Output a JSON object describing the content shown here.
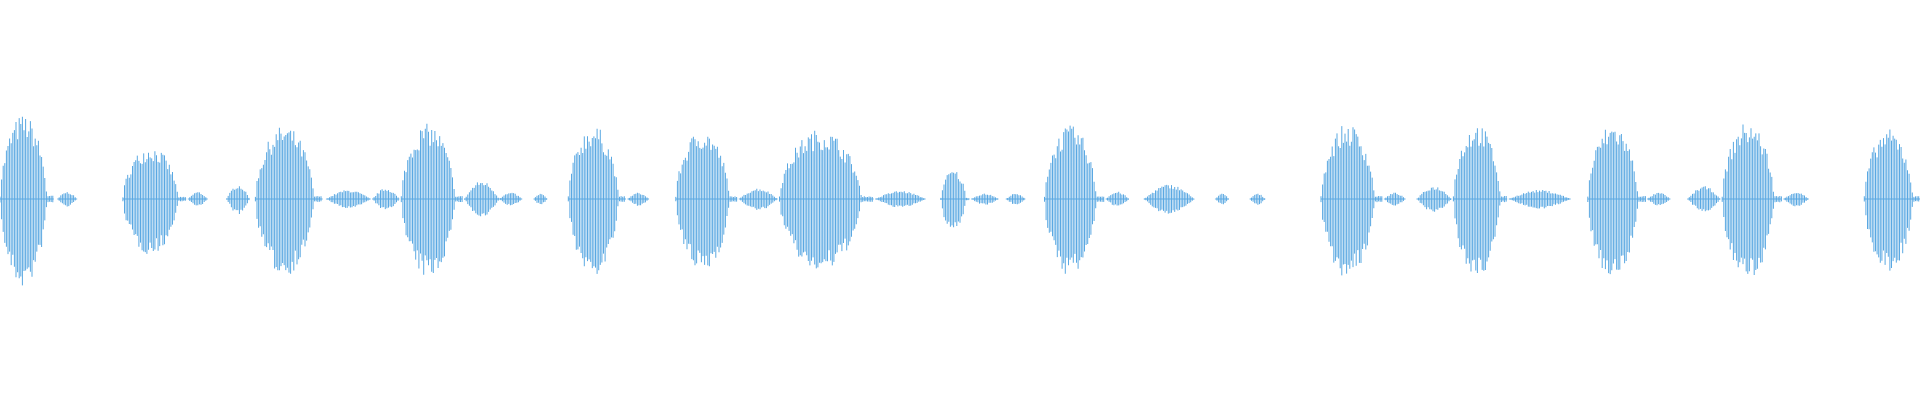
{
  "waveform": {
    "color": "#5aa8e2",
    "background": "#ffffff",
    "segments": [
      {
        "start": 0.0,
        "end": 0.028,
        "amp": 0.92,
        "kind": "burst"
      },
      {
        "start": 0.03,
        "end": 0.04,
        "amp": 0.08,
        "kind": "tail"
      },
      {
        "start": 0.064,
        "end": 0.097,
        "amp": 0.58,
        "kind": "burst"
      },
      {
        "start": 0.098,
        "end": 0.108,
        "amp": 0.08,
        "kind": "tail"
      },
      {
        "start": 0.118,
        "end": 0.13,
        "amp": 0.16,
        "kind": "tail"
      },
      {
        "start": 0.133,
        "end": 0.168,
        "amp": 0.8,
        "kind": "burst"
      },
      {
        "start": 0.17,
        "end": 0.193,
        "amp": 0.1,
        "kind": "tail"
      },
      {
        "start": 0.194,
        "end": 0.208,
        "amp": 0.12,
        "kind": "tail"
      },
      {
        "start": 0.209,
        "end": 0.241,
        "amp": 0.82,
        "kind": "burst"
      },
      {
        "start": 0.242,
        "end": 0.26,
        "amp": 0.2,
        "kind": "tail"
      },
      {
        "start": 0.26,
        "end": 0.272,
        "amp": 0.07,
        "kind": "tail"
      },
      {
        "start": 0.278,
        "end": 0.285,
        "amp": 0.06,
        "kind": "tail"
      },
      {
        "start": 0.296,
        "end": 0.326,
        "amp": 0.8,
        "kind": "burst"
      },
      {
        "start": 0.327,
        "end": 0.338,
        "amp": 0.07,
        "kind": "tail"
      },
      {
        "start": 0.352,
        "end": 0.384,
        "amp": 0.76,
        "kind": "burst"
      },
      {
        "start": 0.385,
        "end": 0.405,
        "amp": 0.12,
        "kind": "tail"
      },
      {
        "start": 0.406,
        "end": 0.455,
        "amp": 0.76,
        "kind": "burst"
      },
      {
        "start": 0.456,
        "end": 0.482,
        "amp": 0.09,
        "kind": "tail"
      },
      {
        "start": 0.49,
        "end": 0.505,
        "amp": 0.32,
        "kind": "burst"
      },
      {
        "start": 0.506,
        "end": 0.52,
        "amp": 0.06,
        "kind": "tail"
      },
      {
        "start": 0.524,
        "end": 0.534,
        "amp": 0.06,
        "kind": "tail"
      },
      {
        "start": 0.544,
        "end": 0.575,
        "amp": 0.8,
        "kind": "burst"
      },
      {
        "start": 0.576,
        "end": 0.588,
        "amp": 0.08,
        "kind": "tail"
      },
      {
        "start": 0.596,
        "end": 0.622,
        "amp": 0.16,
        "kind": "tail"
      },
      {
        "start": 0.633,
        "end": 0.64,
        "amp": 0.06,
        "kind": "tail"
      },
      {
        "start": 0.651,
        "end": 0.659,
        "amp": 0.06,
        "kind": "tail"
      },
      {
        "start": 0.688,
        "end": 0.72,
        "amp": 0.82,
        "kind": "burst"
      },
      {
        "start": 0.721,
        "end": 0.732,
        "amp": 0.07,
        "kind": "tail"
      },
      {
        "start": 0.738,
        "end": 0.756,
        "amp": 0.14,
        "kind": "tail"
      },
      {
        "start": 0.757,
        "end": 0.785,
        "amp": 0.82,
        "kind": "burst"
      },
      {
        "start": 0.786,
        "end": 0.818,
        "amp": 0.1,
        "kind": "tail"
      },
      {
        "start": 0.827,
        "end": 0.857,
        "amp": 0.82,
        "kind": "burst"
      },
      {
        "start": 0.858,
        "end": 0.87,
        "amp": 0.07,
        "kind": "tail"
      },
      {
        "start": 0.879,
        "end": 0.896,
        "amp": 0.14,
        "kind": "tail"
      },
      {
        "start": 0.897,
        "end": 0.928,
        "amp": 0.84,
        "kind": "burst"
      },
      {
        "start": 0.929,
        "end": 0.942,
        "amp": 0.08,
        "kind": "tail"
      },
      {
        "start": 0.971,
        "end": 1.0,
        "amp": 0.76,
        "kind": "burst"
      }
    ]
  }
}
